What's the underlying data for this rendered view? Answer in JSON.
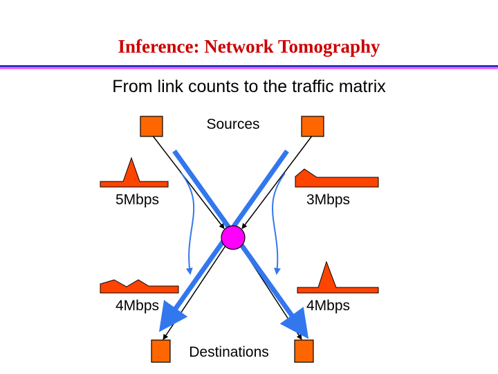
{
  "title": "Inference: Network Tomography",
  "subtitle": "From link counts to the traffic matrix",
  "diagram": {
    "sources_label": "Sources",
    "destinations_label": "Destinations",
    "links": {
      "top_left_rate": "5Mbps",
      "top_right_rate": "3Mbps",
      "bottom_left_rate": "4Mbps",
      "bottom_right_rate": "4Mbps"
    }
  },
  "colors": {
    "title": "#cc0000",
    "node_fill": "#ff6600",
    "router_fill": "#ff00ff",
    "flow_arrow": "#3377ee",
    "traffic_curve": "#ff4400"
  }
}
